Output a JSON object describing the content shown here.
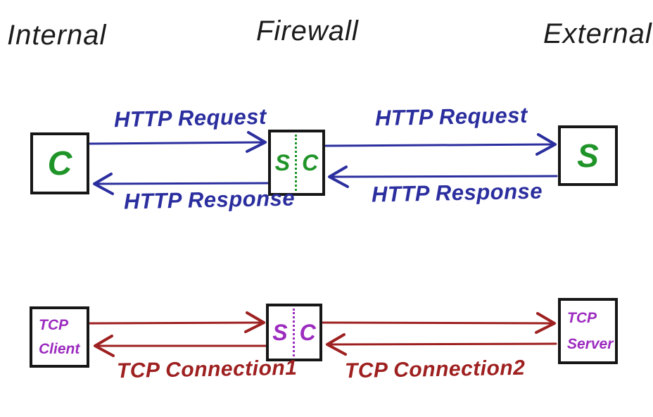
{
  "colors": {
    "ink": "#1b1b1b",
    "http-blue": "#2b2e9e",
    "endpoint-green": "#1f9428",
    "tcp-red": "#9e2020",
    "tcp-purple": "#9c2bbf",
    "box-border": "#161616",
    "background": "#ffffff"
  },
  "headers": {
    "internal": "Internal",
    "firewall": "Firewall",
    "external": "External"
  },
  "http_flow": {
    "client_box": "C",
    "proxy_box": {
      "server_side": "S",
      "client_side": "C"
    },
    "server_box": "S",
    "labels": {
      "request_internal": "HTTP Request",
      "response_internal": "HTTP Response",
      "request_external": "HTTP Request",
      "response_external": "HTTP Response"
    }
  },
  "tcp_flow": {
    "client_box": {
      "line1": "TCP",
      "line2": "Client"
    },
    "proxy_box": {
      "server_side": "S",
      "client_side": "C"
    },
    "server_box": {
      "line1": "TCP",
      "line2": "Server"
    },
    "labels": {
      "connection1": "TCP Connection1",
      "connection2": "TCP Connection2"
    }
  }
}
